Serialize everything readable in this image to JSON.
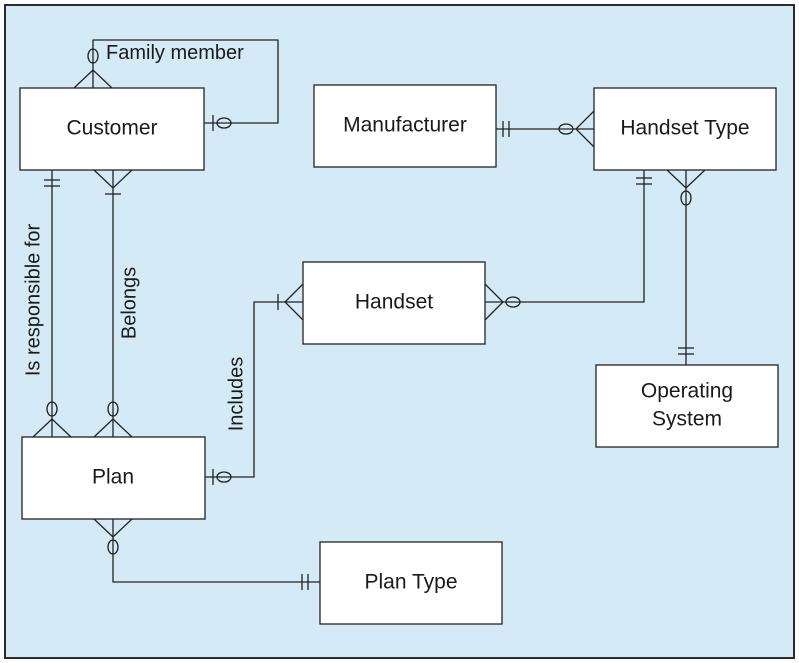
{
  "entities": {
    "customer": "Customer",
    "manufacturer": "Manufacturer",
    "handset_type": "Handset Type",
    "handset": "Handset",
    "operating_system_line1": "Operating",
    "operating_system_line2": "System",
    "plan": "Plan",
    "plan_type": "Plan Type"
  },
  "relationships": {
    "family_member": "Family member",
    "is_responsible_for": "Is responsible for",
    "belongs": "Belongs",
    "includes": "Includes"
  }
}
